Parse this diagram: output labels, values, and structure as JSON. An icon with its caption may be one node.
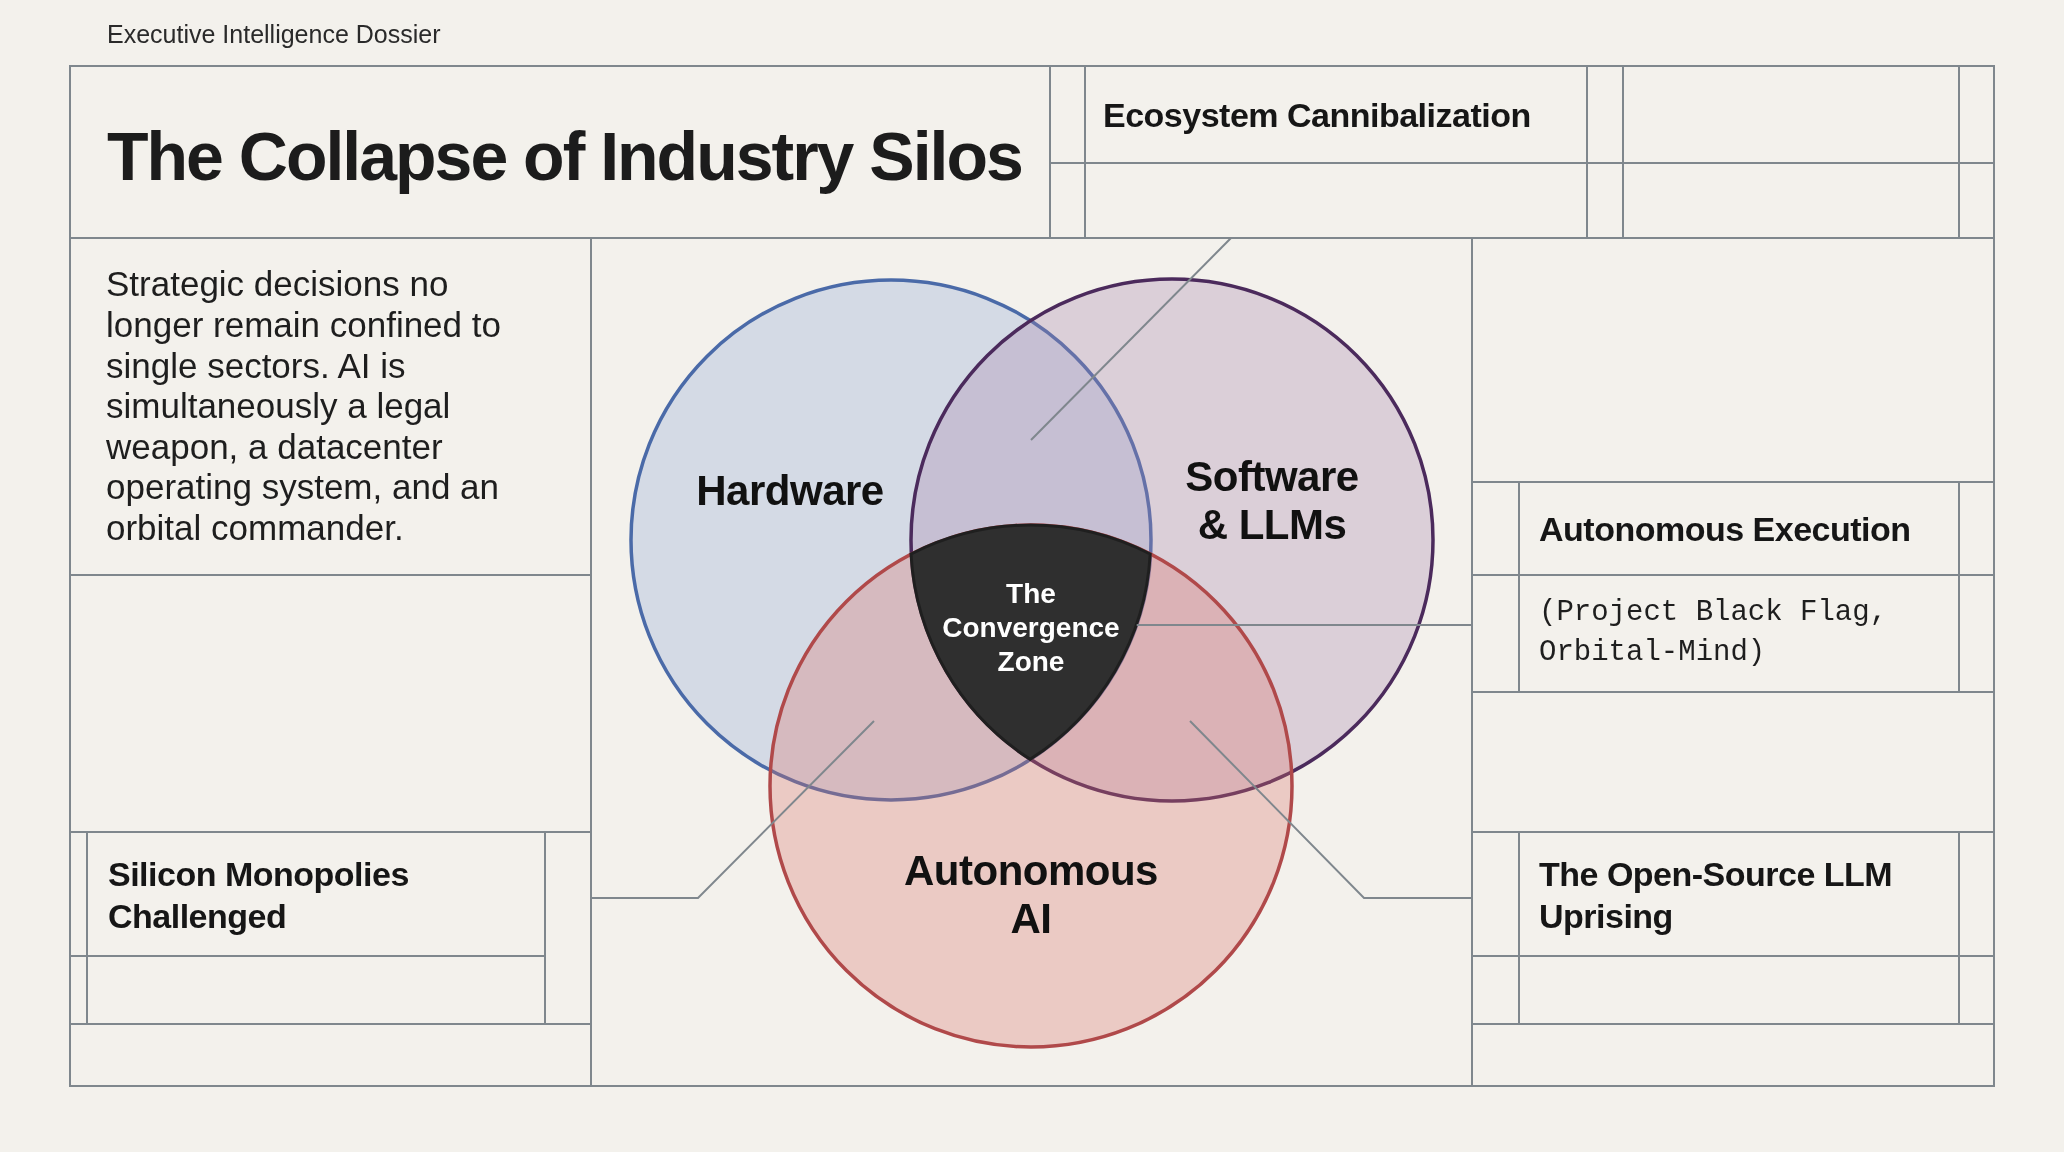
{
  "diagram": {
    "title": "The Collapse of Industry Silos",
    "nodes": [
      {
        "text": [
          "Ecosystem Cannibalization"
        ]
      },
      {
        "text": [
          "Strategic decisions no longer remain confined to single sectors. AI is simultaneously a legal weapon, a datacenter operating system, and an orbital commander."
        ]
      },
      {
        "text": [
          "Hardware"
        ]
      },
      {
        "text": [
          "Software & LLMs"
        ]
      },
      {
        "text": [
          "Autonomous Execution",
          "(Project Black Flag, Orbital-Mind)"
        ]
      },
      {
        "text": [
          "The Convergence Zone"
        ]
      },
      {
        "text": [
          "Silicon Monopolies Challenged"
        ]
      },
      {
        "text": [
          "Autonomous AI"
        ]
      },
      {
        "text": [
          "The Open-Source LLM Uprising"
        ]
      }
    ],
    "edges": [
      {
        "from": 0,
        "to": 2,
        "arrow": "none"
      },
      {
        "from": 4,
        "to": 5,
        "arrow": "none"
      },
      {
        "from": 6,
        "to": 2,
        "arrow": "none"
      },
      {
        "from": 8,
        "to": 3,
        "arrow": "none"
      }
    ],
    "labels": [
      "Executive Intelligence Dossier"
    ]
  }
}
